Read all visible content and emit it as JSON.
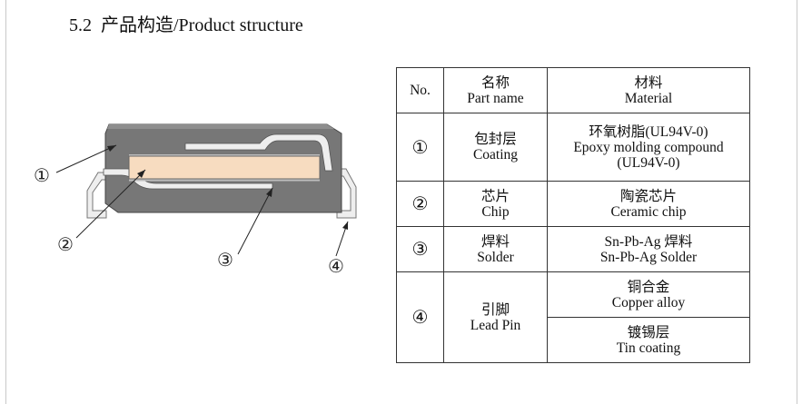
{
  "heading": {
    "number": "5.2",
    "title": "产品构造/Product structure"
  },
  "diagram": {
    "callouts": [
      "①",
      "②",
      "③",
      "④"
    ],
    "colors": {
      "coating": "#777777",
      "coating_top": "#8e8e8e",
      "chip": "#f7dcc0",
      "lead": "#eeeeee"
    }
  },
  "table": {
    "header": {
      "no": "No.",
      "name_cn": "名称",
      "name_en": "Part name",
      "material_cn": "材料",
      "material_en": "Material"
    },
    "rows": [
      {
        "no": "①",
        "name_cn": "包封层",
        "name_en": "Coating",
        "material": [
          "环氧树脂(UL94V-0)",
          "Epoxy molding compound",
          "(UL94V-0)"
        ]
      },
      {
        "no": "②",
        "name_cn": "芯片",
        "name_en": "Chip",
        "material": [
          "陶瓷芯片",
          "Ceramic chip"
        ]
      },
      {
        "no": "③",
        "name_cn": "焊料",
        "name_en": "Solder",
        "material": [
          "Sn-Pb-Ag 焊料",
          "Sn-Pb-Ag Solder"
        ]
      },
      {
        "no": "④",
        "name_cn": "引脚",
        "name_en": "Lead Pin",
        "material_a": [
          "铜合金",
          "Copper alloy"
        ],
        "material_b": [
          "镀锡层",
          "Tin coating"
        ]
      }
    ]
  }
}
